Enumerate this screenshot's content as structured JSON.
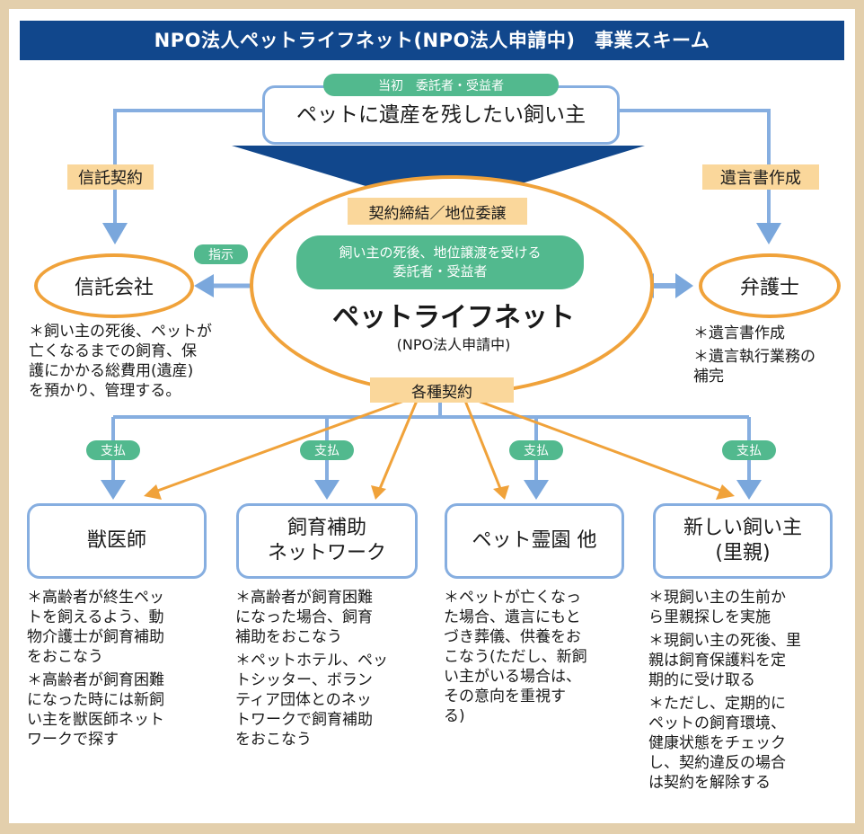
{
  "title": "NPO法人ペットライフネット(NPO法人申請中)　事業スキーム",
  "owner": {
    "tag": "当初　委託者・受益者",
    "label": "ペットに遺産を残したい飼い主"
  },
  "center": {
    "tag": "契約締結／地位委譲",
    "pill": [
      "飼い主の死後、地位譲渡を受ける",
      "委託者・受益者"
    ],
    "name": "ペットライフネット",
    "sub": "(NPO法人申請中)",
    "contracts_tag": "各種契約"
  },
  "trust": {
    "label": "信託会社",
    "contract_tag": "信託契約",
    "instruction": "指示",
    "notes": [
      [
        "＊飼い主の死後、ペットが",
        "亡くなるまでの飼育、保",
        "護にかかる総費用(遺産)",
        "を預かり、管理する。"
      ]
    ]
  },
  "lawyer": {
    "label": "弁護士",
    "will_tag": "遺言書作成",
    "notes": [
      [
        "＊遺言書作成"
      ],
      [
        "＊遺言執行業務の",
        "補完"
      ]
    ]
  },
  "payments": [
    "支払",
    "支払",
    "支払",
    "支払"
  ],
  "providers": [
    {
      "label": [
        "獣医師"
      ],
      "notes": [
        [
          "＊高齢者が終生ペッ",
          "トを飼えるよう、動",
          "物介護士が飼育補助",
          "をおこなう"
        ],
        [
          "＊高齢者が飼育困難",
          "になった時には新飼",
          "い主を獣医師ネット",
          "ワークで探す"
        ]
      ]
    },
    {
      "label": [
        "飼育補助",
        "ネットワーク"
      ],
      "notes": [
        [
          "＊高齢者が飼育困難",
          "になった場合、飼育",
          "補助をおこなう"
        ],
        [
          "＊ペットホテル、ペッ",
          "トシッター、ボラン",
          "ティア団体とのネッ",
          "トワークで飼育補助",
          "をおこなう"
        ]
      ]
    },
    {
      "label": [
        "ペット霊園 他"
      ],
      "notes": [
        [
          "＊ペットが亡くなっ",
          "た場合、遺言にもと",
          "づき葬儀、供養をお",
          "こなう(ただし、新飼",
          "い主がいる場合は、",
          "その意向を重視す",
          "る)"
        ]
      ]
    },
    {
      "label": [
        "新しい飼い主",
        "(里親)"
      ],
      "notes": [
        [
          "＊現飼い主の生前か",
          "ら里親探しを実施"
        ],
        [
          "＊現飼い主の死後、里",
          "親は飼育保護料を定",
          "期的に受け取る"
        ],
        [
          "＊ただし、定期的に",
          "ペットの飼育環境、",
          "健康状態をチェック",
          "し、契約違反の場合",
          "は契約を解除する"
        ]
      ]
    }
  ],
  "colors": {
    "navy": "#11478c",
    "line_blue": "#7aa7dc",
    "orange": "#f0a23a",
    "tag_orange": "#fad79b",
    "green": "#52b98e",
    "frame": "#e3cfac"
  }
}
